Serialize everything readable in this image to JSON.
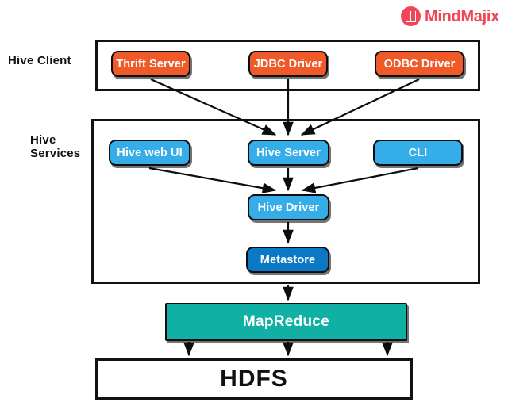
{
  "logo": {
    "icon": "mindmajix-m-circle-icon",
    "text": "MindMajix"
  },
  "labels": {
    "hive_client": "Hive Client",
    "hive_services": "Hive Services"
  },
  "sections": {
    "hive_client": {
      "nodes": [
        {
          "id": "thrift-server",
          "label": "Thrift Server",
          "color": "#ef5a28"
        },
        {
          "id": "jdbc-driver",
          "label": "JDBC Driver",
          "color": "#ef5a28"
        },
        {
          "id": "odbc-driver",
          "label": "ODBC Driver",
          "color": "#ef5a28"
        }
      ]
    },
    "hive_services": {
      "nodes": [
        {
          "id": "hive-web-ui",
          "label": "Hive web UI",
          "color": "#34ade8"
        },
        {
          "id": "hive-server",
          "label": "Hive Server",
          "color": "#34ade8"
        },
        {
          "id": "cli",
          "label": "CLI",
          "color": "#34ade8"
        },
        {
          "id": "hive-driver",
          "label": "Hive Driver",
          "color": "#34ade8"
        },
        {
          "id": "metastore",
          "label": "Metastore",
          "color": "#0b78c6"
        }
      ]
    },
    "mapreduce": {
      "label": "MapReduce",
      "color": "#10b0a5"
    },
    "hdfs": {
      "label": "HDFS",
      "color": "#ffffff"
    }
  },
  "edges": [
    {
      "from": "thrift-server",
      "to": "hive-server"
    },
    {
      "from": "jdbc-driver",
      "to": "hive-server"
    },
    {
      "from": "odbc-driver",
      "to": "hive-server"
    },
    {
      "from": "hive-web-ui",
      "to": "hive-driver"
    },
    {
      "from": "hive-server",
      "to": "hive-driver"
    },
    {
      "from": "cli",
      "to": "hive-driver"
    },
    {
      "from": "hive-driver",
      "to": "metastore"
    },
    {
      "from": "hive-services",
      "to": "mapreduce"
    },
    {
      "from": "mapreduce",
      "to": "hdfs"
    },
    {
      "from": "mapreduce",
      "to": "hdfs"
    },
    {
      "from": "mapreduce",
      "to": "hdfs"
    }
  ],
  "colors": {
    "client_node": "#ef5a28",
    "service_node": "#34ade8",
    "metastore_node": "#0b78c6",
    "mapreduce_node": "#10b0a5",
    "border": "#111111",
    "brand": "#ef4757"
  }
}
